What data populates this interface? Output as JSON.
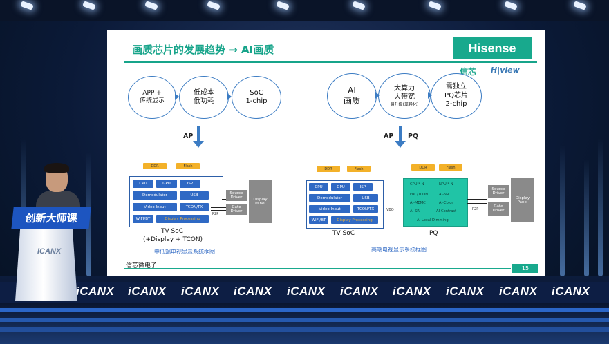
{
  "slide": {
    "title": "画质芯片的发展趋势 → AI画质",
    "logo": "Hisense",
    "brand2": "信芯",
    "brand3": "H|view",
    "footer": "信芯微电子",
    "page_number": "15"
  },
  "left_flow": {
    "c1": [
      "APP +",
      "传统显示"
    ],
    "c2": [
      "低成本",
      "低功耗"
    ],
    "c3": [
      "SoC",
      "1-chip"
    ],
    "down_label": "AP"
  },
  "right_flow": {
    "c1": [
      "AI",
      "画质"
    ],
    "c2": [
      "大算力",
      "大带宽",
      "易升级(差异化)"
    ],
    "c3": [
      "需独立",
      "PQ芯片",
      "2-chip"
    ],
    "down_label_1": "AP",
    "down_label_2": "PQ"
  },
  "left_block": {
    "ddr": "DDR",
    "flash": "Flash",
    "cells": [
      "CPU",
      "GPU",
      "ISP",
      "Demodulator",
      "USB",
      "Video Input",
      "TCON/TX",
      "WIFI/BT",
      "Display Processing"
    ],
    "source_driver": "Source Driver",
    "gate_driver": "Gate Driver",
    "display_panel": "Display Panel",
    "link": "P2P",
    "caption1": "TV SoC",
    "caption2": "(+Display + TCON)",
    "subcaption": "中低端电视显示系统框图"
  },
  "right_block": {
    "ddr": "DDR",
    "flash": "Flash",
    "cells": [
      "CPU",
      "GPU",
      "ISP",
      "Demodulator",
      "USB",
      "Video Input",
      "TCON/TX",
      "WIFI/BT",
      "Display Processing"
    ],
    "vbo": "VBO",
    "pq_ddr": "DDR",
    "pq_flash": "Flash",
    "pq_cells": [
      "CPU * N",
      "NPU * N",
      "FRC/TCON",
      "AI-NR",
      "AI-MEMC",
      "AI-Color",
      "AI-SR",
      "AI-Contrast",
      "AI-Local Dimming"
    ],
    "source_driver": "Source Driver",
    "gate_driver": "Gate Driver",
    "display_panel": "Display Panel",
    "link": "P2P",
    "caption_soc": "TV SoC",
    "caption_pq": "PQ",
    "subcaption": "高端电视显示系统框图"
  },
  "stage": {
    "podium_label": "创新大师课",
    "podium_logo": "iCANX",
    "banner": [
      "iCANX",
      "iCANX",
      "iCANX",
      "iCANX",
      "iCANX",
      "iCANX",
      "iCANX",
      "iCANX",
      "iCANX",
      "iCANX"
    ]
  },
  "colors": {
    "accent_green": "#17a48a",
    "chip_blue": "#2f69c4",
    "pq_teal": "#20c4a6",
    "memory_orange": "#f3b129"
  }
}
